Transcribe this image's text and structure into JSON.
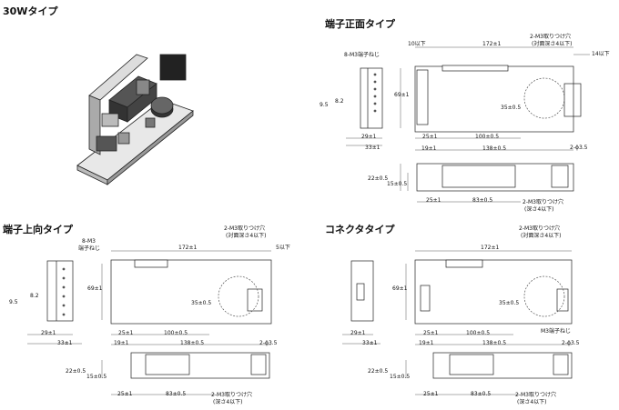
{
  "sections": {
    "type30w": "30Wタイプ",
    "front_terminal": "端子正面タイプ",
    "top_terminal": "端子上向タイプ",
    "connector": "コネクタタイプ"
  },
  "front": {
    "dim_10": "10以下",
    "dim_172": "172±1",
    "dim_14": "14以下",
    "note_top": "2-M3取りつけ穴",
    "note_top2": "(対面深さ4以下)",
    "screw": "8-M3端子ねじ",
    "dim_69": "69±1",
    "dim_95": "9.5",
    "dim_82": "8.2",
    "dim_35": "35±0.5",
    "dim_29": "29±1",
    "dim_33": "33±1",
    "dim_25": "25±1",
    "dim_100": "100±0.5",
    "dim_19": "19±1",
    "dim_138": "138±0.5",
    "hole": "2-ϕ3.5",
    "dim_22": "22±0.5",
    "dim_15": "15±0.5",
    "dim_25b": "25±1",
    "dim_83": "83±0.5",
    "note_bottom": "2-M3取りつけ穴",
    "note_bottom2": "(深さ4以下)"
  },
  "top": {
    "note_top": "2-M3取りつけ穴",
    "note_top2": "(対面深さ4以下)",
    "screw1": "8-M3",
    "screw2": "端子ねじ",
    "dim_172": "172±1",
    "dim_5": "5以下",
    "dim_69": "69±1",
    "dim_95": "9.5",
    "dim_82": "8.2",
    "dim_35": "35±0.5",
    "dim_29": "29±1",
    "dim_33": "33±1",
    "dim_25": "25±1",
    "dim_100": "100±0.5",
    "dim_19": "19±1",
    "dim_138": "138±0.5",
    "hole": "2-ϕ3.5",
    "dim_22": "22±0.5",
    "dim_15": "15±0.5",
    "dim_25b": "25±1",
    "dim_83": "83±0.5",
    "note_bottom": "2-M3取りつけ穴",
    "note_bottom2": "(深さ4以下)"
  },
  "conn": {
    "note_top": "2-M3取りつけ穴",
    "note_top2": "(対面深さ4以下)",
    "dim_172": "172±1",
    "dim_69": "69±1",
    "dim_35": "35±0.5",
    "screw": "M3端子ねじ",
    "dim_29": "29±1",
    "dim_33": "33±1",
    "dim_25": "25±1",
    "dim_100": "100±0.5",
    "dim_19": "19±1",
    "dim_138": "138±0.5",
    "hole": "2-ϕ3.5",
    "dim_22": "22±0.5",
    "dim_15": "15±0.5",
    "dim_25b": "25±1",
    "dim_83": "83±0.5",
    "note_bottom": "2-M3取りつけ穴",
    "note_bottom2": "(深さ4以下)"
  }
}
